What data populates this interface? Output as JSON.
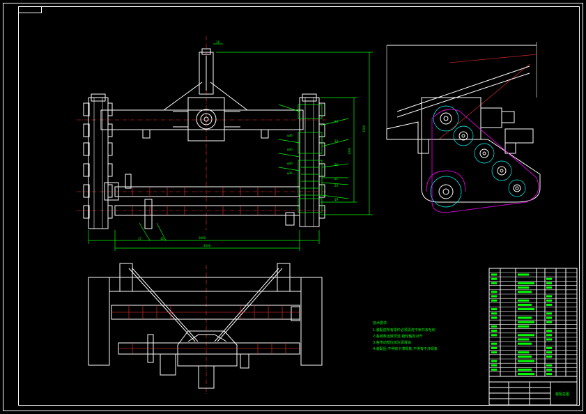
{
  "colors": {
    "background": "#000000",
    "outline": "#ffffff",
    "dimension": "#00ff00",
    "centerline": "#ff3030",
    "belt": "#ff00ff",
    "circle": "#00ffff"
  },
  "technical_requirements": {
    "heading": "技术要求",
    "items": [
      "1.装配前所有零件必须清洗干净并去毛刺",
      "2.各链条运转灵活,链轮轴向对齐",
      "3.各传动部位加注润滑油",
      "4.装配后,不得有卡滞现象,不得有干涉现象"
    ]
  },
  "title_block": {
    "drawing_title": "装配总图"
  }
}
